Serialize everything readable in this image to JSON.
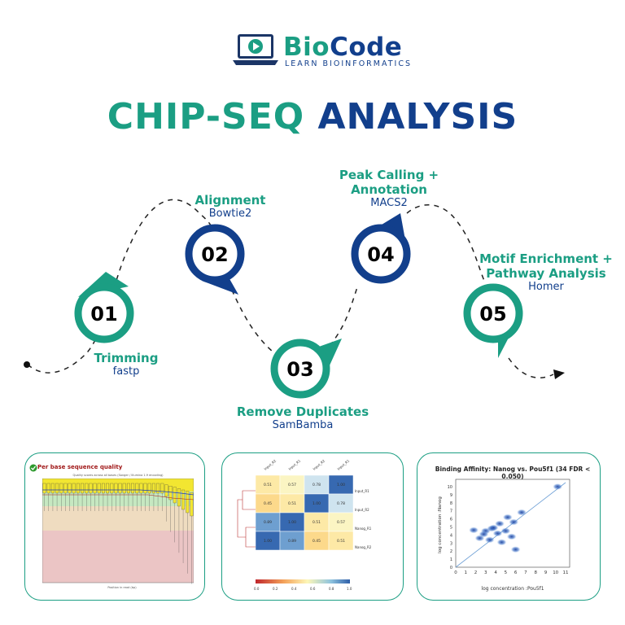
{
  "brand": {
    "name_part1": "Bio",
    "name_part2": "Code",
    "tagline": "LEARN BIOINFORMATICS"
  },
  "title": {
    "part1": "CHIP-SEQ",
    "part2": "ANALYSIS"
  },
  "colors": {
    "green": "#1b9e83",
    "blue": "#123f8c"
  },
  "steps": [
    {
      "number": "01",
      "name": "Trimming",
      "tool": "fastp"
    },
    {
      "number": "02",
      "name": "Alignment",
      "tool": "Bowtie2"
    },
    {
      "number": "03",
      "name": "Remove Duplicates",
      "tool": "SamBamba"
    },
    {
      "number": "04",
      "name_line1": "Peak Calling +",
      "name_line2": "Annotation",
      "tool": "MACS2"
    },
    {
      "number": "05",
      "name_line1": "Motif Enrichment +",
      "name_line2": "Pathway Analysis",
      "tool": "Homer"
    }
  ],
  "cards": {
    "fastqc": {
      "title": "Per base sequence quality",
      "subtitle": "Quality scores across all bases (Sanger / Illumina 1.9 encoding)",
      "xlabel": "Position in read (bp)"
    },
    "heatmap": {
      "col_labels": [
        "Input_R2",
        "Input_R1",
        "Input_R2",
        "Input_R1"
      ],
      "row_labels": [
        "Input_R1",
        "Input_R2",
        "Nanog_R1",
        "Nanog_R2"
      ],
      "values": [
        [
          "0.51",
          "0.57",
          "0.78",
          "1.00"
        ],
        [
          "0.45",
          "0.51",
          "1.00",
          "0.78"
        ],
        [
          "0.89",
          "1.00",
          "0.51",
          "0.57"
        ],
        [
          "1.00",
          "0.89",
          "0.45",
          "0.51"
        ]
      ],
      "scale_ticks": [
        "0.0",
        "0.2",
        "0.4",
        "0.6",
        "0.8",
        "1.0"
      ]
    },
    "binding": {
      "title": "Binding Affinity: Nanog vs. Pou5f1 (34 FDR < 0.050)",
      "xlabel": "log concentration :Pou5f1",
      "ylabel": "log concentration :Nanog",
      "x_ticks": [
        "0",
        "1",
        "2",
        "3",
        "4",
        "5",
        "6",
        "7",
        "8",
        "9",
        "10",
        "11"
      ],
      "y_ticks": [
        "0",
        "1",
        "2",
        "3",
        "4",
        "5",
        "6",
        "7",
        "8",
        "9",
        "10"
      ]
    }
  }
}
